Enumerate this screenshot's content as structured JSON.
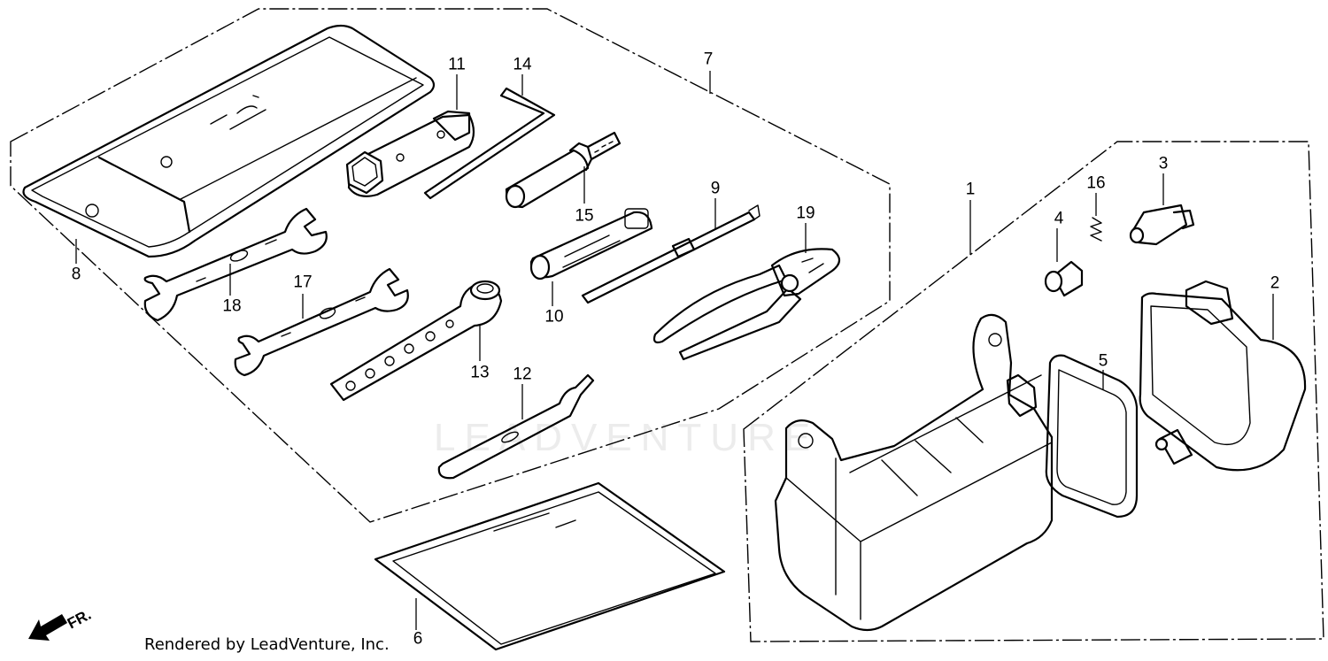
{
  "diagram": {
    "credit": "Rendered by LeadVenture, Inc.",
    "direction_label": "FR.",
    "watermark": "LEADVENTURE",
    "callouts": [
      {
        "id": "c1",
        "text": "1"
      },
      {
        "id": "c2",
        "text": "2"
      },
      {
        "id": "c3",
        "text": "3"
      },
      {
        "id": "c4",
        "text": "4"
      },
      {
        "id": "c5",
        "text": "5"
      },
      {
        "id": "c6",
        "text": "6"
      },
      {
        "id": "c7",
        "text": "7"
      },
      {
        "id": "c8",
        "text": "8"
      },
      {
        "id": "c9",
        "text": "9"
      },
      {
        "id": "c10",
        "text": "10"
      },
      {
        "id": "c11",
        "text": "11"
      },
      {
        "id": "c12",
        "text": "12"
      },
      {
        "id": "c13",
        "text": "13"
      },
      {
        "id": "c14",
        "text": "14"
      },
      {
        "id": "c15",
        "text": "15"
      },
      {
        "id": "c16",
        "text": "16"
      },
      {
        "id": "c17",
        "text": "17"
      },
      {
        "id": "c18",
        "text": "18"
      },
      {
        "id": "c19",
        "text": "19"
      }
    ]
  }
}
